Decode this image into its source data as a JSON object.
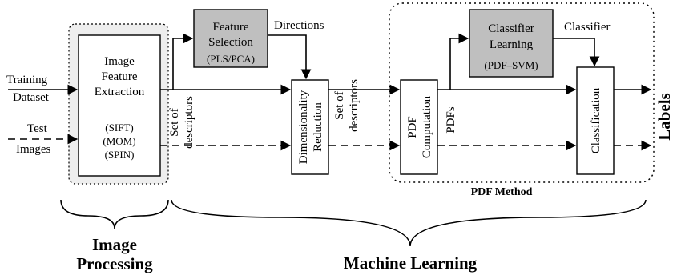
{
  "inputs": {
    "training": [
      "Training",
      "Dataset"
    ],
    "test": [
      "Test",
      "Images"
    ]
  },
  "image_feature_extraction": {
    "lines": [
      "Image",
      "Feature",
      "Extraction"
    ],
    "methods": [
      "(SIFT)",
      "(MOM)",
      "(SPIN)"
    ]
  },
  "set_of_descriptors_1": [
    "Set of",
    "descriptors"
  ],
  "feature_selection": {
    "lines": [
      "Feature",
      "Selection"
    ],
    "sub": "(PLS/PCA)"
  },
  "directions": "Directions",
  "dimensionality_reduction": [
    "Dimensionality",
    "Reduction"
  ],
  "set_of_descriptors_2": [
    "Set of",
    "descriptors"
  ],
  "pdf_computation": [
    "PDF",
    "Computation"
  ],
  "pdfs": "PDFs",
  "classifier_learning": {
    "lines": [
      "Classifier",
      "Learning"
    ],
    "sub": "(PDF–SVM)"
  },
  "classifier": "Classifier",
  "classification": "Classification",
  "labels": "Labels",
  "pdf_method": "PDF Method",
  "image_processing": [
    "Image",
    "Processing"
  ],
  "machine_learning": "Machine Learning",
  "colors": {
    "gray_box": "#bfbfbf",
    "group_fill": "#eeeeee"
  }
}
